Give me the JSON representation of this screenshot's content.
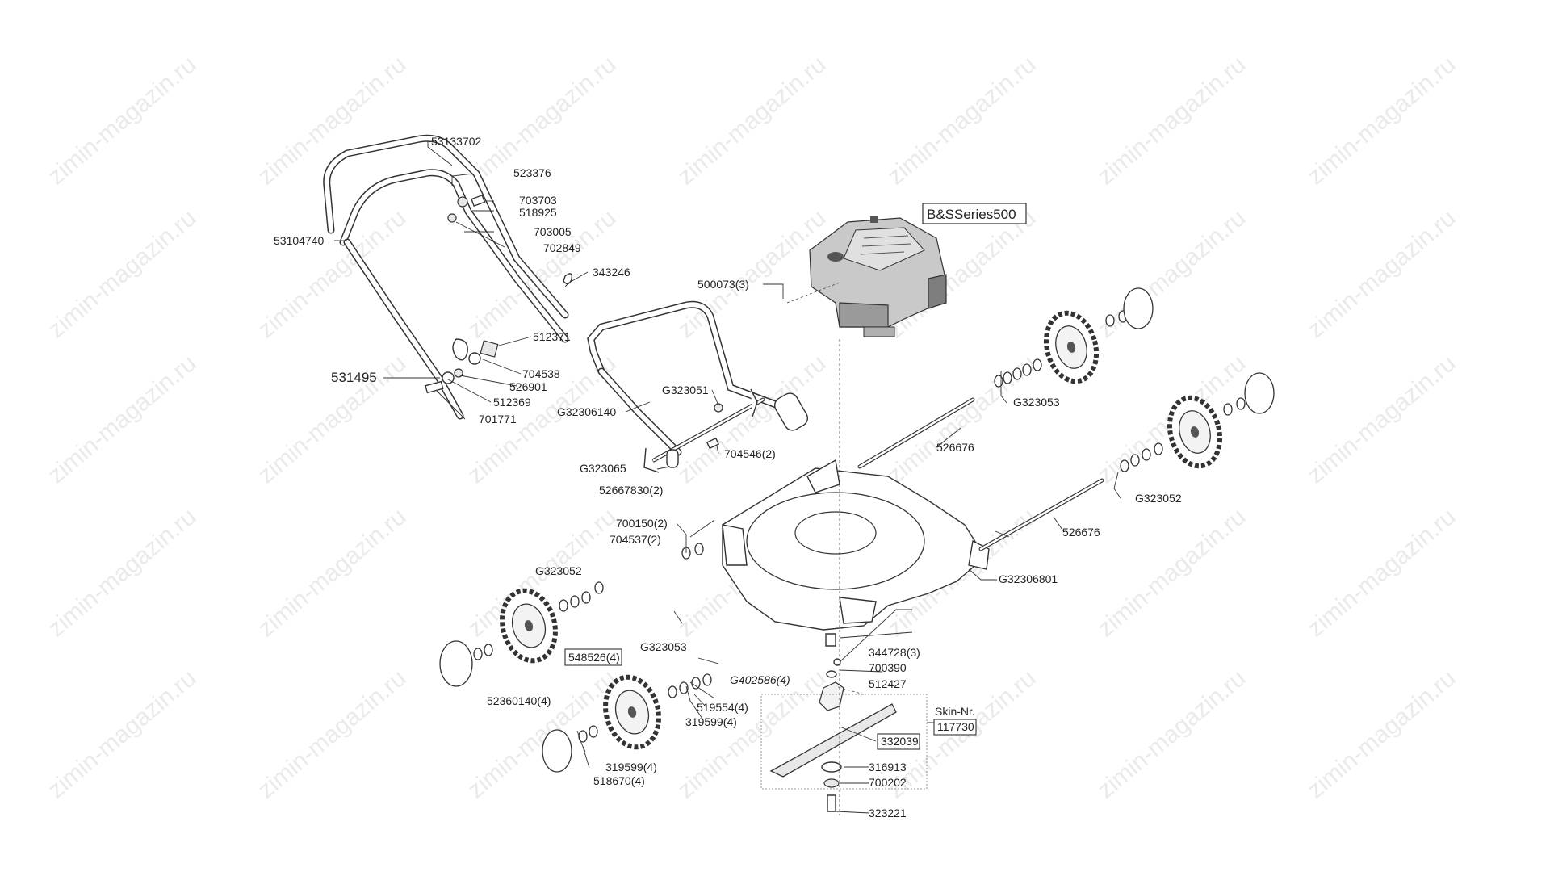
{
  "watermark": "zimin-magazin.ru",
  "parts": [
    {
      "id": "p53133702",
      "text": "53133702"
    },
    {
      "id": "p523376",
      "text": "523376"
    },
    {
      "id": "p703703",
      "text": "703703"
    },
    {
      "id": "p518925",
      "text": "518925"
    },
    {
      "id": "p53104740",
      "text": "53104740"
    },
    {
      "id": "p703005",
      "text": "703005"
    },
    {
      "id": "p702849",
      "text": "702849"
    },
    {
      "id": "p343246",
      "text": "343246"
    },
    {
      "id": "p512371",
      "text": "512371"
    },
    {
      "id": "p531495",
      "text": "531495"
    },
    {
      "id": "p704538",
      "text": "704538"
    },
    {
      "id": "p526901",
      "text": "526901"
    },
    {
      "id": "p512369",
      "text": "512369"
    },
    {
      "id": "p701771",
      "text": "701771"
    },
    {
      "id": "pBS",
      "text": "B&SSeries500"
    },
    {
      "id": "p500073",
      "text": "500073(3)"
    },
    {
      "id": "pG323051",
      "text": "G323051"
    },
    {
      "id": "pG32306140",
      "text": "G32306140"
    },
    {
      "id": "pG323053a",
      "text": "G323053"
    },
    {
      "id": "p526676a",
      "text": "526676"
    },
    {
      "id": "p704546",
      "text": "704546(2)"
    },
    {
      "id": "pG323065",
      "text": "G323065"
    },
    {
      "id": "p52667830",
      "text": "52667830(2)"
    },
    {
      "id": "pG323052a",
      "text": "G323052"
    },
    {
      "id": "p526676b",
      "text": "526676"
    },
    {
      "id": "p700150",
      "text": "700150(2)"
    },
    {
      "id": "p704537",
      "text": "704537(2)"
    },
    {
      "id": "pG32306801",
      "text": "G32306801"
    },
    {
      "id": "pG323052b",
      "text": "G323052"
    },
    {
      "id": "p548526",
      "text": "548526(4)"
    },
    {
      "id": "pG323053b",
      "text": "G323053"
    },
    {
      "id": "p344728",
      "text": "344728(3)"
    },
    {
      "id": "p700390",
      "text": "700390"
    },
    {
      "id": "pG402586",
      "text": "G402586(4)"
    },
    {
      "id": "p512427",
      "text": "512427"
    },
    {
      "id": "p52360140",
      "text": "52360140(4)"
    },
    {
      "id": "p519554",
      "text": "519554(4)"
    },
    {
      "id": "p319599a",
      "text": "319599(4)"
    },
    {
      "id": "pSkin",
      "text": "Skin-Nr."
    },
    {
      "id": "p117730",
      "text": "117730"
    },
    {
      "id": "p332039",
      "text": "332039"
    },
    {
      "id": "p316913",
      "text": "316913"
    },
    {
      "id": "p319599b",
      "text": "319599(4)"
    },
    {
      "id": "p700202",
      "text": "700202"
    },
    {
      "id": "p518670",
      "text": "518670(4)"
    },
    {
      "id": "p323221",
      "text": "323221"
    }
  ]
}
